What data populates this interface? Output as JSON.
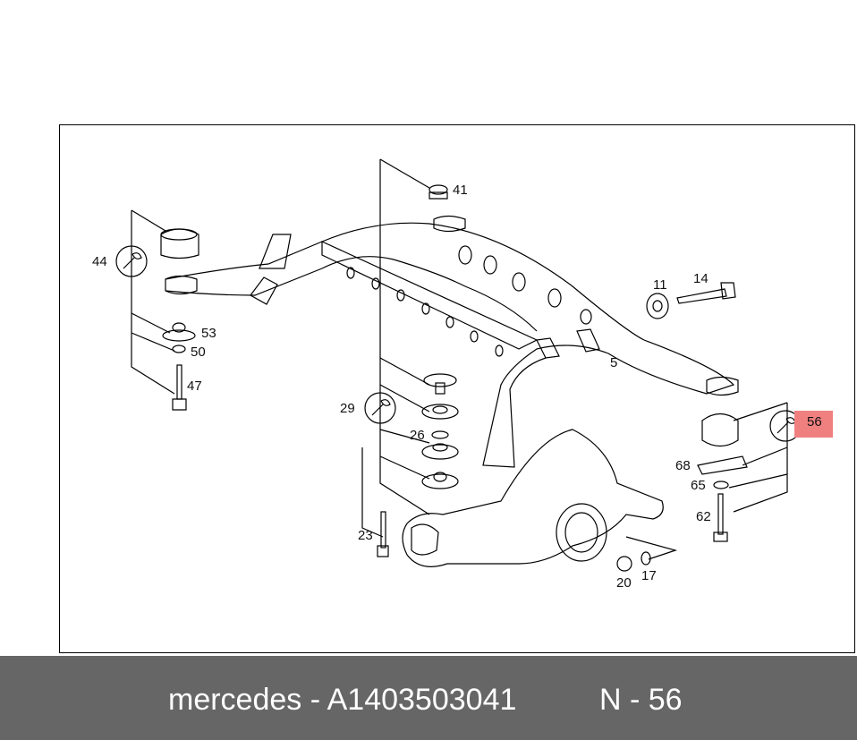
{
  "callouts": {
    "c41": "41",
    "c44": "44",
    "c53": "53",
    "c50": "50",
    "c47": "47",
    "c11": "11",
    "c14": "14",
    "c5": "5",
    "c29": "29",
    "c26": "26",
    "c56": "56",
    "c68": "68",
    "c65": "65",
    "c62": "62",
    "c23": "23",
    "c20": "20",
    "c17": "17"
  },
  "highlight_color": "#f08080",
  "footer": {
    "brand_part": "mercedes - A1403503041",
    "code_label": "N - 56"
  }
}
